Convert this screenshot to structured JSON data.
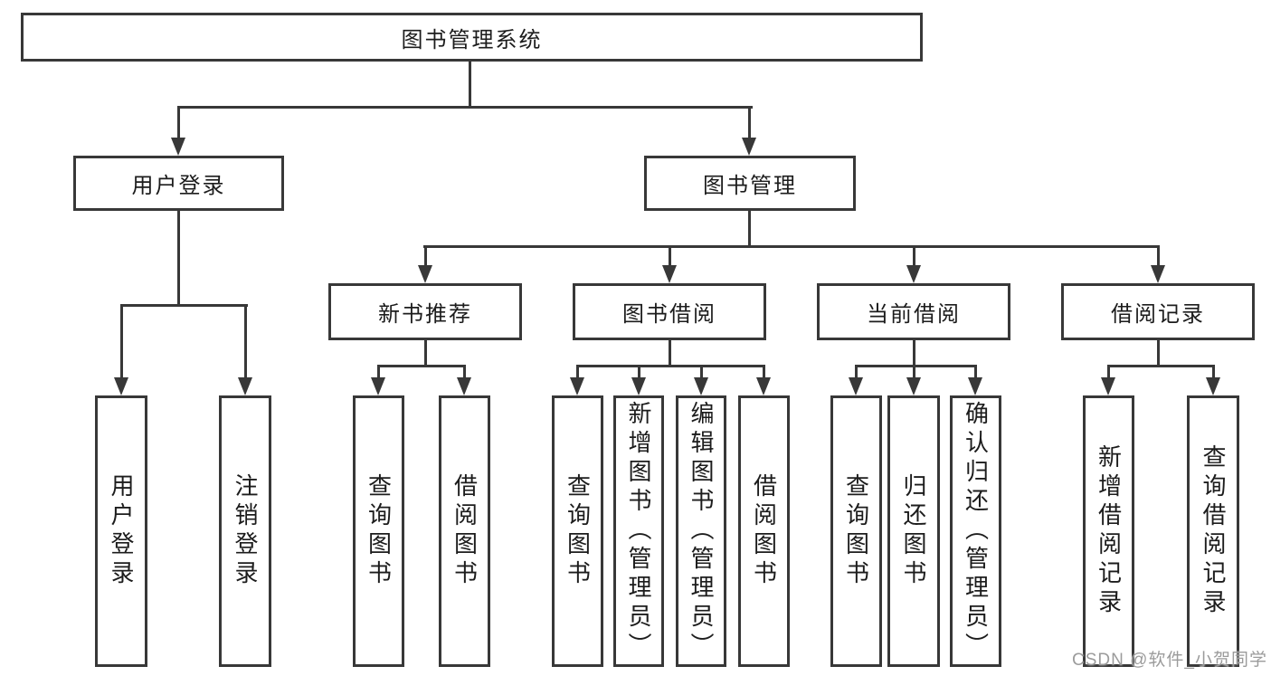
{
  "colors": {
    "line": "#383838",
    "text": "#1c1c1c",
    "watermark_color": "#9b9b9b",
    "background": "#ffffff"
  },
  "watermark": "CSDN @软件_小贺同学",
  "tree": {
    "label": "图书管理系统",
    "children": [
      {
        "label": "用户登录",
        "children": [
          {
            "label": "用户登录"
          },
          {
            "label": "注销登录"
          }
        ]
      },
      {
        "label": "图书管理",
        "children": [
          {
            "label": "新书推荐",
            "children": [
              {
                "label": "查询图书"
              },
              {
                "label": "借阅图书"
              }
            ]
          },
          {
            "label": "图书借阅",
            "children": [
              {
                "label": "查询图书"
              },
              {
                "label": "新增图书（管理员）"
              },
              {
                "label": "编辑图书（管理员）"
              },
              {
                "label": "借阅图书"
              }
            ]
          },
          {
            "label": "当前借阅",
            "children": [
              {
                "label": "查询图书"
              },
              {
                "label": "归还图书"
              },
              {
                "label": "确认归还（管理员）"
              }
            ]
          },
          {
            "label": "借阅记录",
            "children": [
              {
                "label": "新增借阅记录"
              },
              {
                "label": "查询借阅记录"
              }
            ]
          }
        ]
      }
    ]
  }
}
